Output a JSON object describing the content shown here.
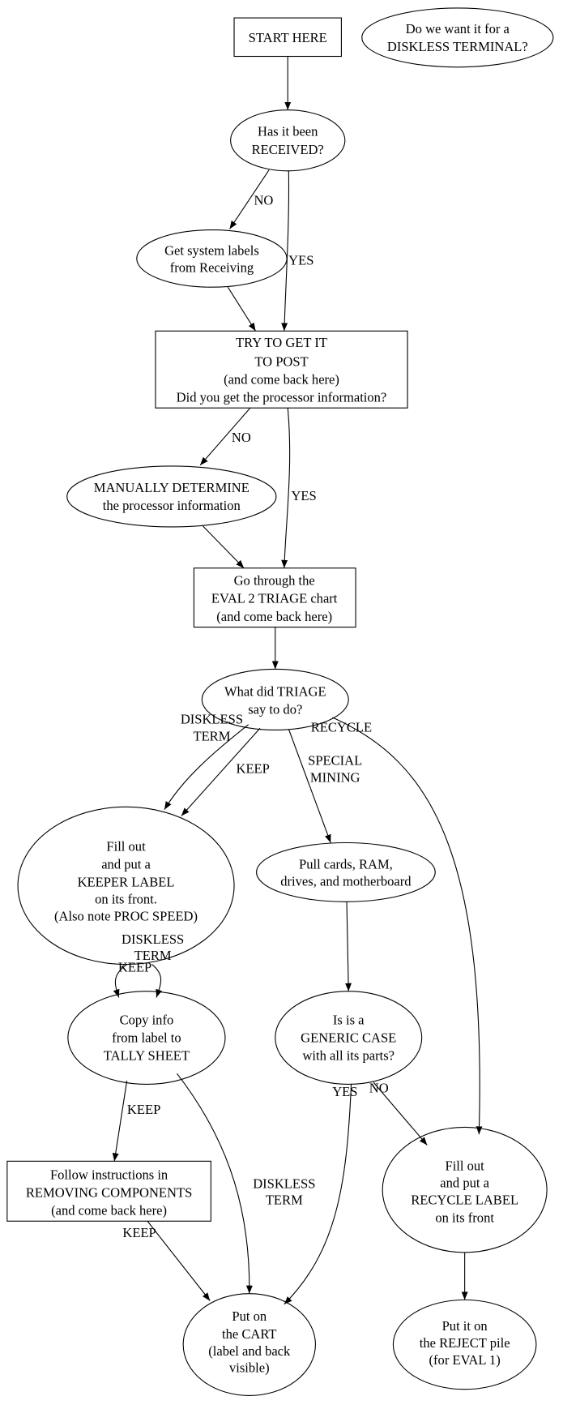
{
  "nodes": {
    "start": {
      "lines": [
        "START HERE"
      ],
      "shape": "box"
    },
    "diskless_question": {
      "lines": [
        "Do we want it for a",
        "DISKLESS TERMINAL?"
      ],
      "shape": "ellipse"
    },
    "received": {
      "lines": [
        "Has it been",
        "RECEIVED?"
      ],
      "shape": "ellipse"
    },
    "get_labels": {
      "lines": [
        "Get system labels",
        "from Receiving"
      ],
      "shape": "ellipse"
    },
    "try_post": {
      "lines": [
        "TRY TO GET IT",
        "TO POST",
        "(and come back here)",
        "Did you get the processor information?"
      ],
      "shape": "box"
    },
    "manually": {
      "lines": [
        "MANUALLY DETERMINE",
        "the processor information"
      ],
      "shape": "ellipse"
    },
    "eval2": {
      "lines": [
        "Go through the",
        "EVAL 2 TRIAGE chart",
        "(and come back here)"
      ],
      "shape": "box"
    },
    "triage": {
      "lines": [
        "What did TRIAGE",
        "say to do?"
      ],
      "shape": "ellipse"
    },
    "keeper": {
      "lines": [
        "Fill out",
        "and put a",
        "KEEPER LABEL",
        "on its front.",
        "(Also note PROC SPEED)"
      ],
      "shape": "ellipse"
    },
    "pull": {
      "lines": [
        "Pull cards, RAM,",
        "drives, and motherboard"
      ],
      "shape": "ellipse"
    },
    "copy": {
      "lines": [
        "Copy info",
        "from label to",
        "TALLY SHEET"
      ],
      "shape": "ellipse"
    },
    "generic": {
      "lines": [
        "Is is a",
        "GENERIC CASE",
        "with all its parts?"
      ],
      "shape": "ellipse"
    },
    "follow": {
      "lines": [
        "Follow instructions in",
        "REMOVING COMPONENTS",
        "(and come back here)"
      ],
      "shape": "box"
    },
    "recycle": {
      "lines": [
        "Fill out",
        "and put a",
        "RECYCLE LABEL",
        "on its front"
      ],
      "shape": "ellipse"
    },
    "cart": {
      "lines": [
        "Put on",
        "the CART",
        "(label and back",
        "visible)"
      ],
      "shape": "ellipse"
    },
    "reject": {
      "lines": [
        "Put it on",
        "the REJECT pile",
        "(for EVAL 1)"
      ],
      "shape": "ellipse"
    }
  },
  "edges": [
    {
      "from": "start",
      "to": "received",
      "label": []
    },
    {
      "from": "received",
      "to": "get_labels",
      "label": [
        "NO"
      ]
    },
    {
      "from": "received",
      "to": "try_post",
      "label": [
        "YES"
      ]
    },
    {
      "from": "get_labels",
      "to": "try_post",
      "label": []
    },
    {
      "from": "try_post",
      "to": "manually",
      "label": [
        "NO"
      ]
    },
    {
      "from": "try_post",
      "to": "eval2",
      "label": [
        "YES"
      ]
    },
    {
      "from": "manually",
      "to": "eval2",
      "label": []
    },
    {
      "from": "eval2",
      "to": "triage",
      "label": []
    },
    {
      "from": "triage",
      "to": "keeper",
      "label": [
        "DISKLESS",
        "TERM"
      ]
    },
    {
      "from": "triage",
      "to": "keeper",
      "label": [
        "KEEP"
      ]
    },
    {
      "from": "triage",
      "to": "pull",
      "label": [
        "SPECIAL",
        "MINING"
      ]
    },
    {
      "from": "triage",
      "to": "recycle",
      "label": [
        "RECYCLE"
      ]
    },
    {
      "from": "keeper",
      "to": "copy",
      "label": [
        "DISKLESS",
        "TERM"
      ]
    },
    {
      "from": "keeper",
      "to": "copy",
      "label": [
        "KEEP"
      ]
    },
    {
      "from": "pull",
      "to": "generic",
      "label": []
    },
    {
      "from": "copy",
      "to": "follow",
      "label": [
        "KEEP"
      ]
    },
    {
      "from": "copy",
      "to": "cart",
      "label": [
        "DISKLESS",
        "TERM"
      ]
    },
    {
      "from": "generic",
      "to": "cart",
      "label": [
        "YES"
      ]
    },
    {
      "from": "generic",
      "to": "recycle",
      "label": [
        "NO"
      ]
    },
    {
      "from": "follow",
      "to": "cart",
      "label": [
        "KEEP"
      ]
    },
    {
      "from": "recycle",
      "to": "reject",
      "label": []
    }
  ]
}
